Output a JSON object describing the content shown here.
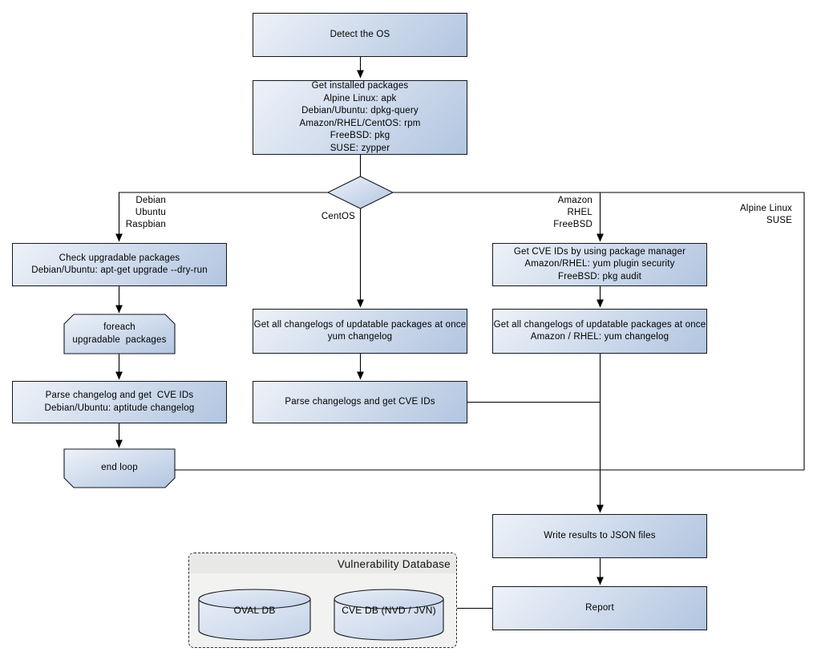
{
  "colors": {
    "node_fill_light": "#eef2f9",
    "node_fill_dark": "#b2c5e0",
    "node_border": "#14181e",
    "connector": "#000000",
    "db_container_fill": "#f2f2f1",
    "db_container_header": "#e8e8e7",
    "canvas_bg": "#ffffff"
  },
  "nodes": {
    "detect_os": {
      "text": "Detect the OS"
    },
    "get_installed_packages": {
      "text": "Get installed packages\nAlpine Linux: apk\nDebian/Ubuntu: dpkg-query\nAmazon/RHEL/CentOS: rpm\nFreeBSD: pkg\nSUSE: zypper"
    },
    "check_upgradable_packages": {
      "text": "Check upgradable packages\nDebian/Ubuntu: apt-get upgrade --dry-run"
    },
    "foreach_loop_start": {
      "text": "foreach\nupgradable  packages"
    },
    "parse_changelog_debian": {
      "text": "Parse changelog and get  CVE IDs\nDebian/Ubuntu: aptitude changelog"
    },
    "end_loop": {
      "text": "end loop"
    },
    "get_changelogs_centos": {
      "text": "Get all changelogs of updatable packages at once\nyum changelog"
    },
    "parse_changelogs_centos": {
      "text": "Parse changelogs and get CVE IDs"
    },
    "get_cve_ids_package_manager": {
      "text": "Get CVE IDs by using package manager\nAmazon/RHEL: yum plugin security\nFreeBSD: pkg audit"
    },
    "get_changelogs_amazon_rhel": {
      "text": "Get all changelogs of updatable packages at once\nAmazon / RHEL: yum changelog"
    },
    "write_results_json": {
      "text": "Write results to JSON files"
    },
    "report": {
      "text": "Report"
    }
  },
  "database": {
    "title": "Vulnerability Database",
    "oval_db": {
      "label": "OVAL DB"
    },
    "cve_db": {
      "label": "CVE DB (NVD / JVN)"
    }
  },
  "edge_labels": {
    "debian_branch": "Debian\nUbuntu\nRaspbian",
    "centos_branch": "CentOS",
    "amazon_branch": "Amazon\nRHEL\nFreeBSD",
    "alpine_branch": "Alpine Linux\nSUSE"
  }
}
